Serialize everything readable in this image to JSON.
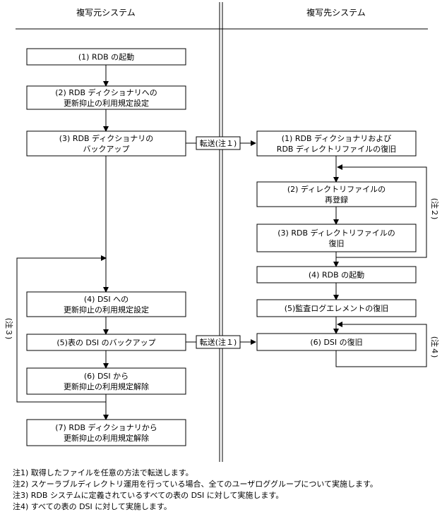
{
  "columns": {
    "left": "複写元システム",
    "right": "複写先システム"
  },
  "left_steps": [
    {
      "id": "L1",
      "lines": [
        "(1) RDB の起動"
      ]
    },
    {
      "id": "L2",
      "lines": [
        "(2) RDB ディクショナリへの",
        "更新抑止の利用規定設定"
      ]
    },
    {
      "id": "L3",
      "lines": [
        "(3) RDB ディクショナリの",
        "バックアップ"
      ]
    },
    {
      "id": "L4",
      "lines": [
        "(4) DSI への",
        "更新抑止の利用規定設定"
      ]
    },
    {
      "id": "L5",
      "lines": [
        "(5)表の DSI のバックアップ"
      ]
    },
    {
      "id": "L6",
      "lines": [
        "(6) DSI から",
        "更新抑止の利用規定解除"
      ]
    },
    {
      "id": "L7",
      "lines": [
        "(7) RDB ディクショナリから",
        "更新抑止の利用規定解除"
      ]
    }
  ],
  "right_steps": [
    {
      "id": "R1",
      "lines": [
        "(1) RDB ディクショナリおよび",
        "RDB ディレクトリファイルの復旧"
      ]
    },
    {
      "id": "R2",
      "lines": [
        "(2) ディレクトリファイルの",
        "再登録"
      ]
    },
    {
      "id": "R3",
      "lines": [
        "(3) RDB ディレクトリファイルの",
        "復旧"
      ]
    },
    {
      "id": "R4",
      "lines": [
        "(4) RDB の起動"
      ]
    },
    {
      "id": "R5",
      "lines": [
        "(5)監査ログエレメントの復旧"
      ]
    },
    {
      "id": "R6",
      "lines": [
        "(6) DSI の復旧"
      ]
    }
  ],
  "transfer_labels": [
    "転送(注１)",
    "転送(注１)"
  ],
  "loop_labels": {
    "left": "(注３)",
    "right_top": "(注２)",
    "right_bottom": "(注４)"
  },
  "notes": [
    "注1) 取得したファイルを任意の方法で転送します。",
    "注2) スケーラブルディレクトリ運用を行っている場合、全てのユーザロググループについて実施します。",
    "注3) RDB システムに定義されているすべての表の DSI に対して実施します。",
    "注4) すべての表の DSI に対して実施します。"
  ]
}
